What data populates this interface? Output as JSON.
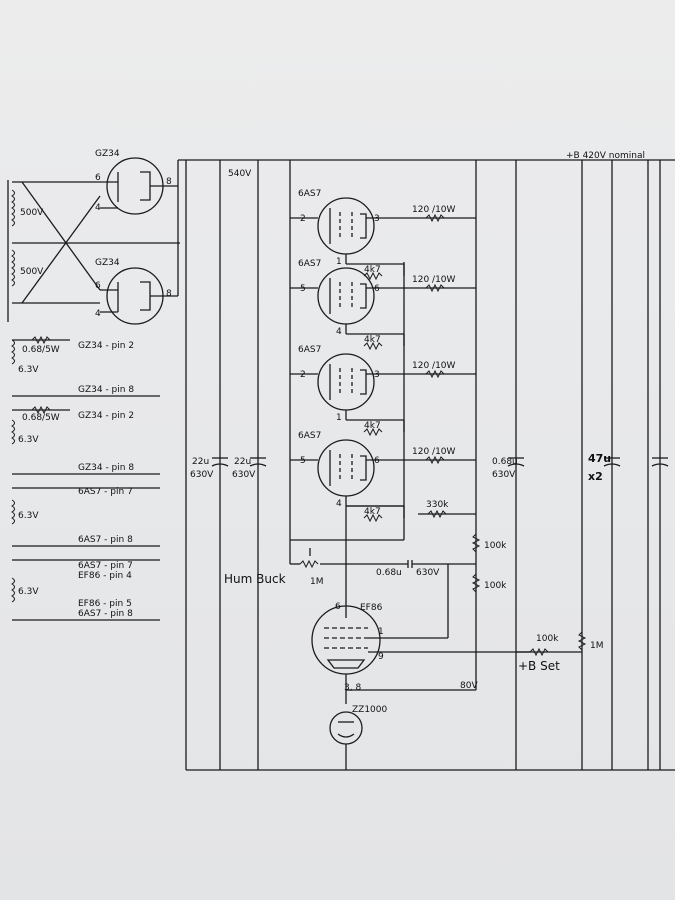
{
  "rect": {
    "tube": "GZ34",
    "pin_a": "6",
    "pin_b": "4",
    "pin_k": "8",
    "coil": "500V"
  },
  "rails": {
    "top": "540V",
    "bplus": "+B 420V nominal",
    "eighty": "80V"
  },
  "heaters": [
    {
      "res": "0.68/5W",
      "line1": "GZ34 - pin 2",
      "volt": "6.3V",
      "line2": "GZ34 - pin 8"
    },
    {
      "res": "0.68/5W",
      "line1": "GZ34 - pin 2",
      "volt": "6.3V",
      "line2": "GZ34 - pin 8"
    },
    {
      "line1": "6AS7 - pin 7",
      "volt": "6.3V",
      "line2": "6AS7 - pin 8"
    },
    {
      "line1a": "6AS7 - pin 7",
      "line1b": "EF86 - pin 4",
      "volt": "6.3V",
      "line2a": "EF86 - pin 5",
      "line2b": "6AS7 - pin 8"
    }
  ],
  "caps": {
    "c22_val": "22u",
    "c22_v": "630V",
    "c068_val": "0.68u",
    "c068_v": "630V",
    "c47_val": "47u",
    "c47_mult": "x2",
    "mid_cap": "0.68u",
    "mid_cap_v": "630V"
  },
  "hum": {
    "label": "Hum Buck",
    "pot": "1M"
  },
  "triodes": [
    {
      "name": "6AS7",
      "grid": "2",
      "cath": "3",
      "plate": "1",
      "res": "120 /10W",
      "pres": "4k7"
    },
    {
      "name": "6AS7",
      "grid": "5",
      "cath": "6",
      "plate": "4",
      "res": "120 /10W",
      "pres": "4k7"
    },
    {
      "name": "6AS7",
      "grid": "2",
      "cath": "3",
      "plate": "1",
      "res": "120 /10W",
      "pres": "4k7"
    },
    {
      "name": "6AS7",
      "grid": "5",
      "cath": "6",
      "plate": "4",
      "res": "120 /10W",
      "pres": "4k7"
    }
  ],
  "r330": "330k",
  "r100a": "100k",
  "r100b": "100k",
  "ef86": {
    "name": "EF86",
    "p6": "6",
    "p1": "1",
    "p9": "9",
    "p38": "3, 8"
  },
  "zz": "ZZ1000",
  "set": {
    "res": "100k",
    "pot": "1M",
    "label": "+B Set"
  }
}
